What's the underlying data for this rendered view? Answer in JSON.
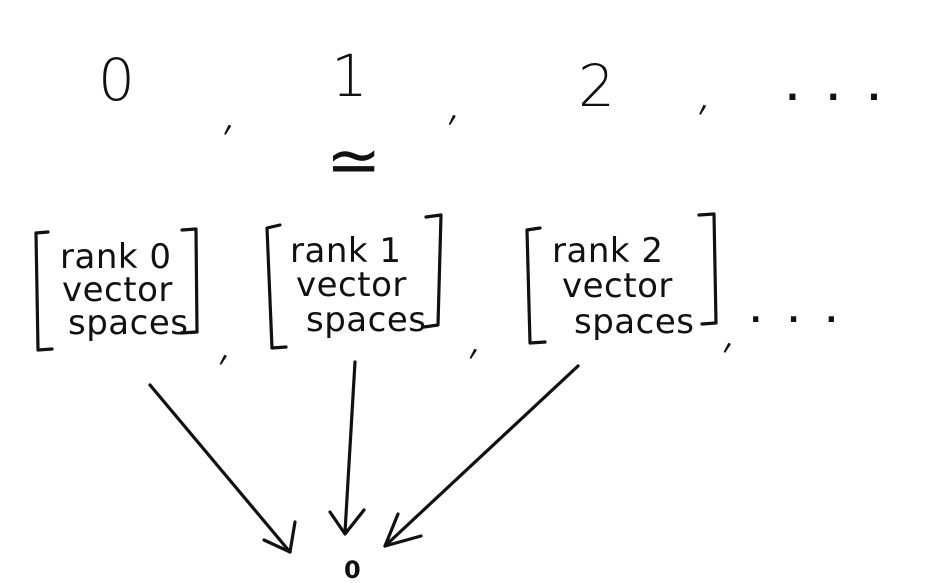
{
  "top_sequence": {
    "items": [
      "0",
      "1",
      "2"
    ],
    "separator": ",",
    "ellipsis": ". . ."
  },
  "relation": "≃",
  "bottom_sequence": {
    "items": [
      {
        "lines": [
          "rank 0",
          "vector",
          "spaces"
        ]
      },
      {
        "lines": [
          "rank 1",
          "vector",
          "spaces"
        ]
      },
      {
        "lines": [
          "rank 2",
          "vector",
          "spaces"
        ]
      }
    ],
    "separator": ",",
    "ellipsis": ". . ."
  },
  "target": "0",
  "colors": {
    "ink": "#111111",
    "background": "#ffffff"
  }
}
